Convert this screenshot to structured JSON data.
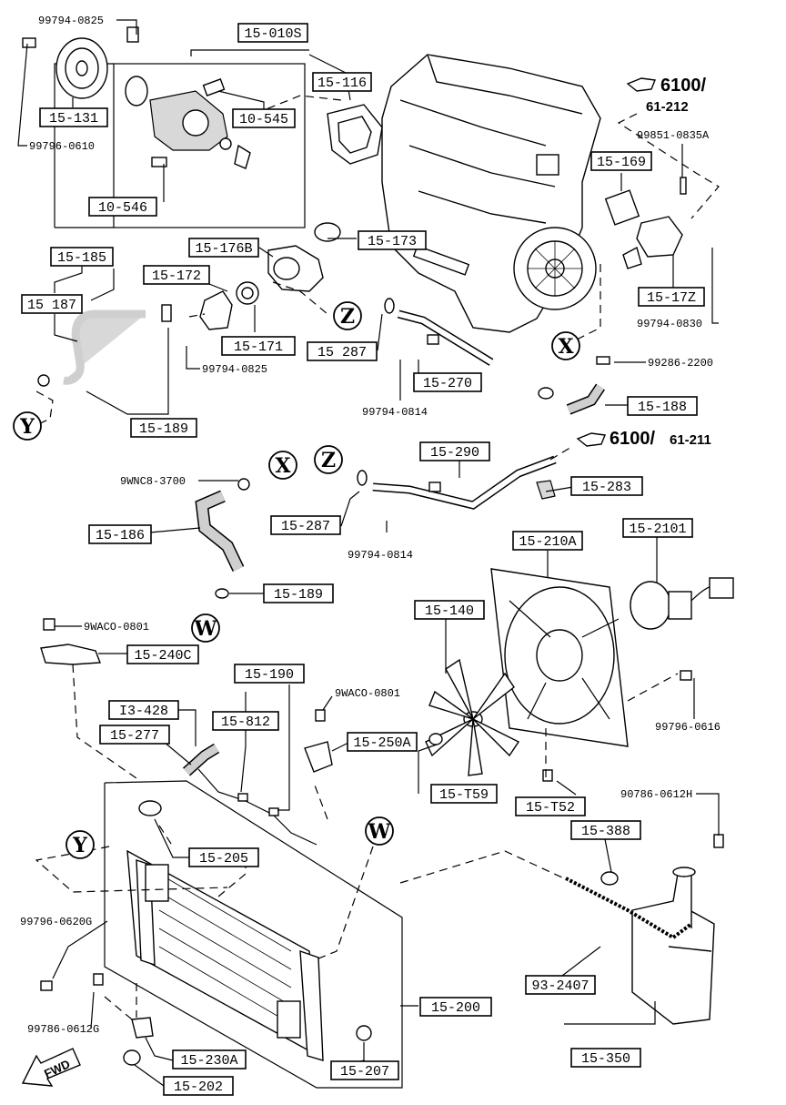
{
  "labels": [
    {
      "id": "15-010S",
      "text": "15-010S"
    },
    {
      "id": "15-116",
      "text": "15-116"
    },
    {
      "id": "15-131",
      "text": "15-131"
    },
    {
      "id": "10-545",
      "text": "10-545"
    },
    {
      "id": "10-546",
      "text": "10-546"
    },
    {
      "id": "15-169",
      "text": "15-169"
    },
    {
      "id": "15-173",
      "text": "15-173"
    },
    {
      "id": "15-176B",
      "text": "15-176B"
    },
    {
      "id": "15-185",
      "text": "15-185"
    },
    {
      "id": "15-187",
      "text": "15 187"
    },
    {
      "id": "15-172a",
      "text": "15-172"
    },
    {
      "id": "15-171",
      "text": "15-171"
    },
    {
      "id": "15-287a",
      "text": "15 287"
    },
    {
      "id": "15-270",
      "text": "15-270"
    },
    {
      "id": "15-172b",
      "text": "15-17Z"
    },
    {
      "id": "15-188",
      "text": "15-188"
    },
    {
      "id": "15-189a",
      "text": "15-189"
    },
    {
      "id": "15-290",
      "text": "15-290"
    },
    {
      "id": "15-283",
      "text": "15-283"
    },
    {
      "id": "15-186",
      "text": "15-186"
    },
    {
      "id": "15-287b",
      "text": "15-287"
    },
    {
      "id": "15-189b",
      "text": "15-189"
    },
    {
      "id": "15-210A",
      "text": "15-210A"
    },
    {
      "id": "15-2101",
      "text": "15-2101"
    },
    {
      "id": "15-140",
      "text": "15-140"
    },
    {
      "id": "15-240C",
      "text": "15-240C"
    },
    {
      "id": "15-190",
      "text": "15-190"
    },
    {
      "id": "13-428",
      "text": "I3-428"
    },
    {
      "id": "15-812",
      "text": "15-812"
    },
    {
      "id": "15-277",
      "text": "15-277"
    },
    {
      "id": "15-250A",
      "text": "15-250A"
    },
    {
      "id": "15-T59",
      "text": "15-T59"
    },
    {
      "id": "15-T52",
      "text": "15-T52"
    },
    {
      "id": "15-388",
      "text": "15-388"
    },
    {
      "id": "15-205",
      "text": "15-205"
    },
    {
      "id": "93-2407",
      "text": "93-2407"
    },
    {
      "id": "15-200",
      "text": "15-200"
    },
    {
      "id": "15-350",
      "text": "15-350"
    },
    {
      "id": "15-230A",
      "text": "15-230A"
    },
    {
      "id": "15-207",
      "text": "15-207"
    },
    {
      "id": "15-202",
      "text": "15-202"
    }
  ],
  "part_numbers": [
    {
      "id": "pn1",
      "text": "99794-0825"
    },
    {
      "id": "pn2",
      "text": "99796-0610"
    },
    {
      "id": "pn3",
      "text": "99851-0835A"
    },
    {
      "id": "pn4",
      "text": "99794-0830"
    },
    {
      "id": "pn5",
      "text": "99286-2200"
    },
    {
      "id": "pn6",
      "text": "99794-0825"
    },
    {
      "id": "pn7",
      "text": "99794-0814"
    },
    {
      "id": "pn8",
      "text": "9WNC8-3700"
    },
    {
      "id": "pn9",
      "text": "99794-0814"
    },
    {
      "id": "pn10",
      "text": "9WACO-0801"
    },
    {
      "id": "pn11",
      "text": "9WACO-0801"
    },
    {
      "id": "pn12",
      "text": "99796-0616"
    },
    {
      "id": "pn13",
      "text": "90786-0612H"
    },
    {
      "id": "pn14",
      "text": "99796-0620G"
    },
    {
      "id": "pn15",
      "text": "99786-0612G"
    }
  ],
  "refs": [
    {
      "id": "X1",
      "letter": "X"
    },
    {
      "id": "X2",
      "letter": "X"
    },
    {
      "id": "Y1",
      "letter": "Y"
    },
    {
      "id": "Y2",
      "letter": "Y"
    },
    {
      "id": "Z1",
      "letter": "Z"
    },
    {
      "id": "Z2",
      "letter": "Z"
    },
    {
      "id": "W1",
      "letter": "W"
    },
    {
      "id": "W2",
      "letter": "W"
    }
  ],
  "page_refs": [
    {
      "id": "pr1",
      "main": "6100/",
      "sub": "61-212"
    },
    {
      "id": "pr2",
      "main": "6100/",
      "sub": "61-211"
    }
  ],
  "fwd": "FWD"
}
